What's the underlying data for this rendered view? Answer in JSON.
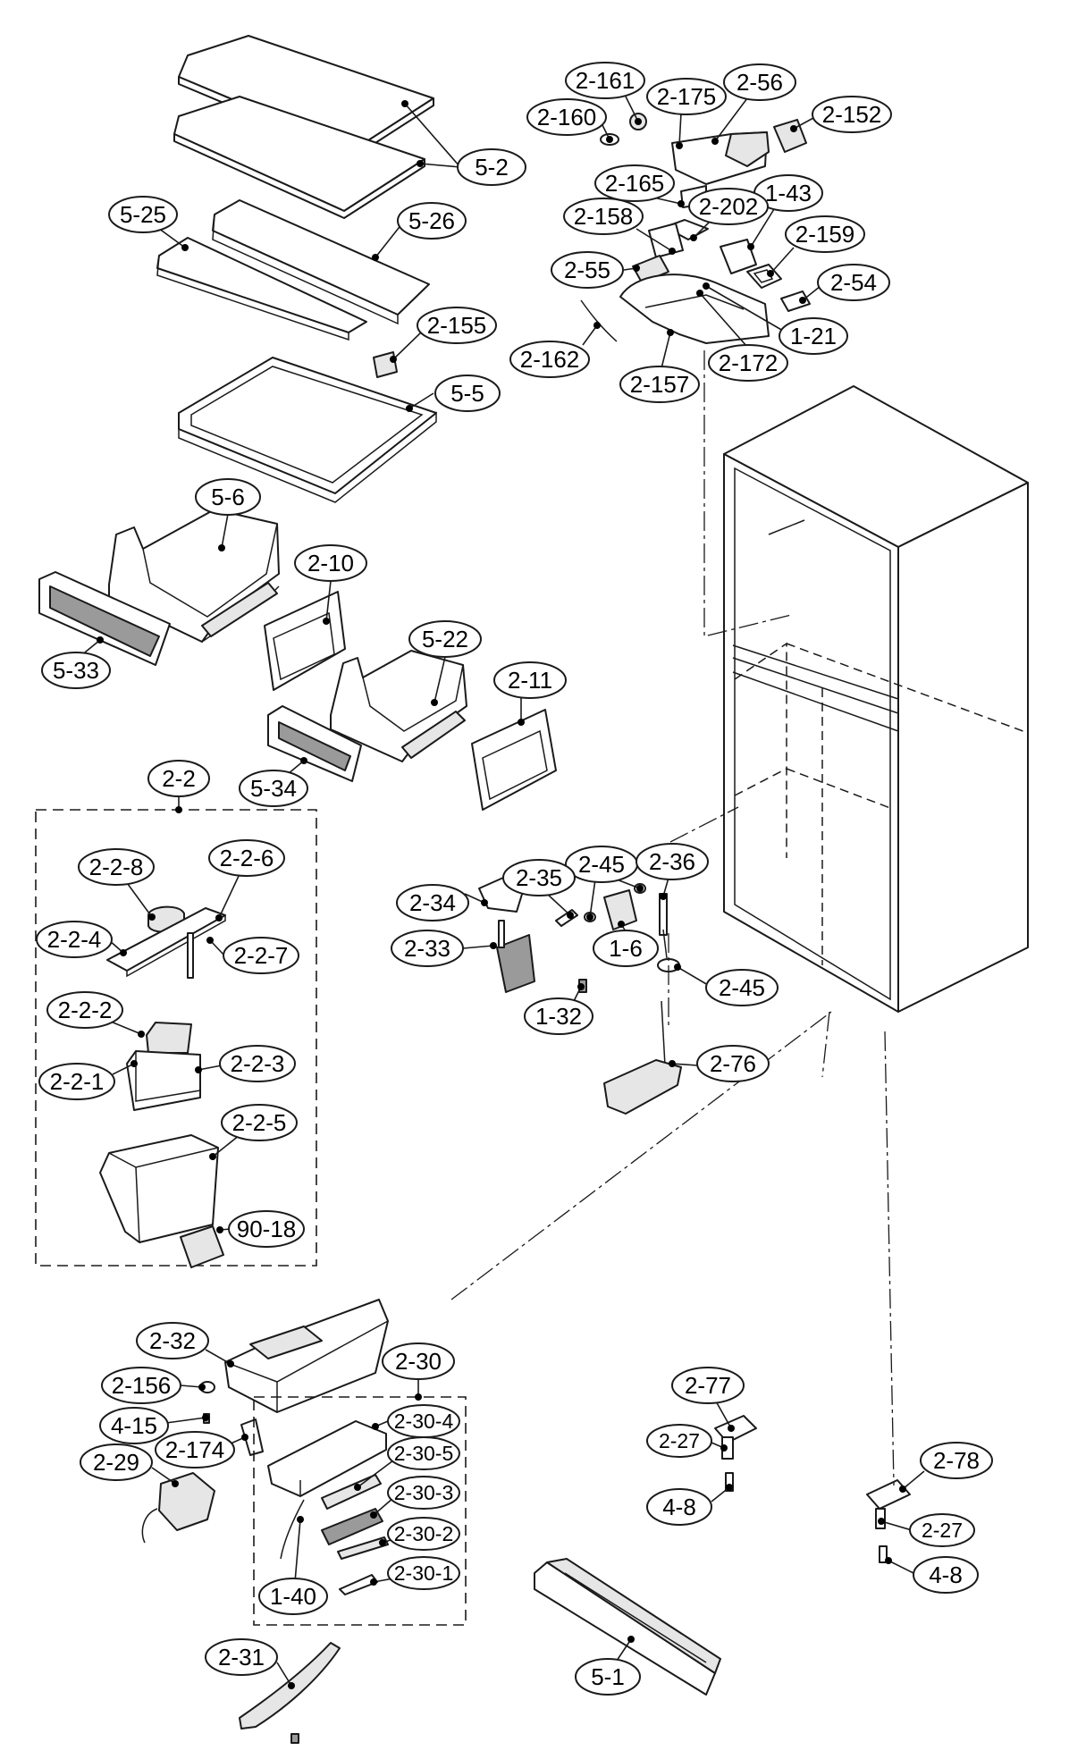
{
  "labels": {
    "p5_2": "5-2",
    "p5_25": "5-25",
    "p5_26": "5-26",
    "p2_155": "2-155",
    "p5_5": "5-5",
    "p5_6": "5-6",
    "p2_10": "2-10",
    "p5_33": "5-33",
    "p5_22": "5-22",
    "p2_11": "2-11",
    "p5_34": "5-34",
    "p2_2": "2-2",
    "p2_2_8": "2-2-8",
    "p2_2_6": "2-2-6",
    "p2_2_4": "2-2-4",
    "p2_2_7": "2-2-7",
    "p2_2_2": "2-2-2",
    "p2_2_1": "2-2-1",
    "p2_2_3": "2-2-3",
    "p2_2_5": "2-2-5",
    "p90_18": "90-18",
    "p2_161": "2-161",
    "p2_175": "2-175",
    "p2_56": "2-56",
    "p2_160": "2-160",
    "p2_152": "2-152",
    "p2_165": "2-165",
    "p1_43": "1-43",
    "p2_158": "2-158",
    "p2_202": "2-202",
    "p2_159": "2-159",
    "p2_55": "2-55",
    "p2_54": "2-54",
    "p1_21": "1-21",
    "p2_162": "2-162",
    "p2_172": "2-172",
    "p2_157": "2-157",
    "p2_45a": "2-45",
    "p2_36": "2-36",
    "p2_35": "2-35",
    "p2_34": "2-34",
    "p2_33": "2-33",
    "p1_6": "1-6",
    "p2_45b": "2-45",
    "p1_32": "1-32",
    "p2_76": "2-76",
    "p2_32": "2-32",
    "p2_156": "2-156",
    "p4_15": "4-15",
    "p2_174": "2-174",
    "p2_29": "2-29",
    "p2_30": "2-30",
    "p2_30_4": "2-30-4",
    "p2_30_5": "2-30-5",
    "p2_30_3": "2-30-3",
    "p2_30_2": "2-30-2",
    "p2_30_1": "2-30-1",
    "p1_40": "1-40",
    "p2_31": "2-31",
    "p2_77": "2-77",
    "p2_27a": "2-27",
    "p4_8a": "4-8",
    "p2_78": "2-78",
    "p2_27b": "2-27",
    "p4_8b": "4-8",
    "p5_1": "5-1"
  }
}
